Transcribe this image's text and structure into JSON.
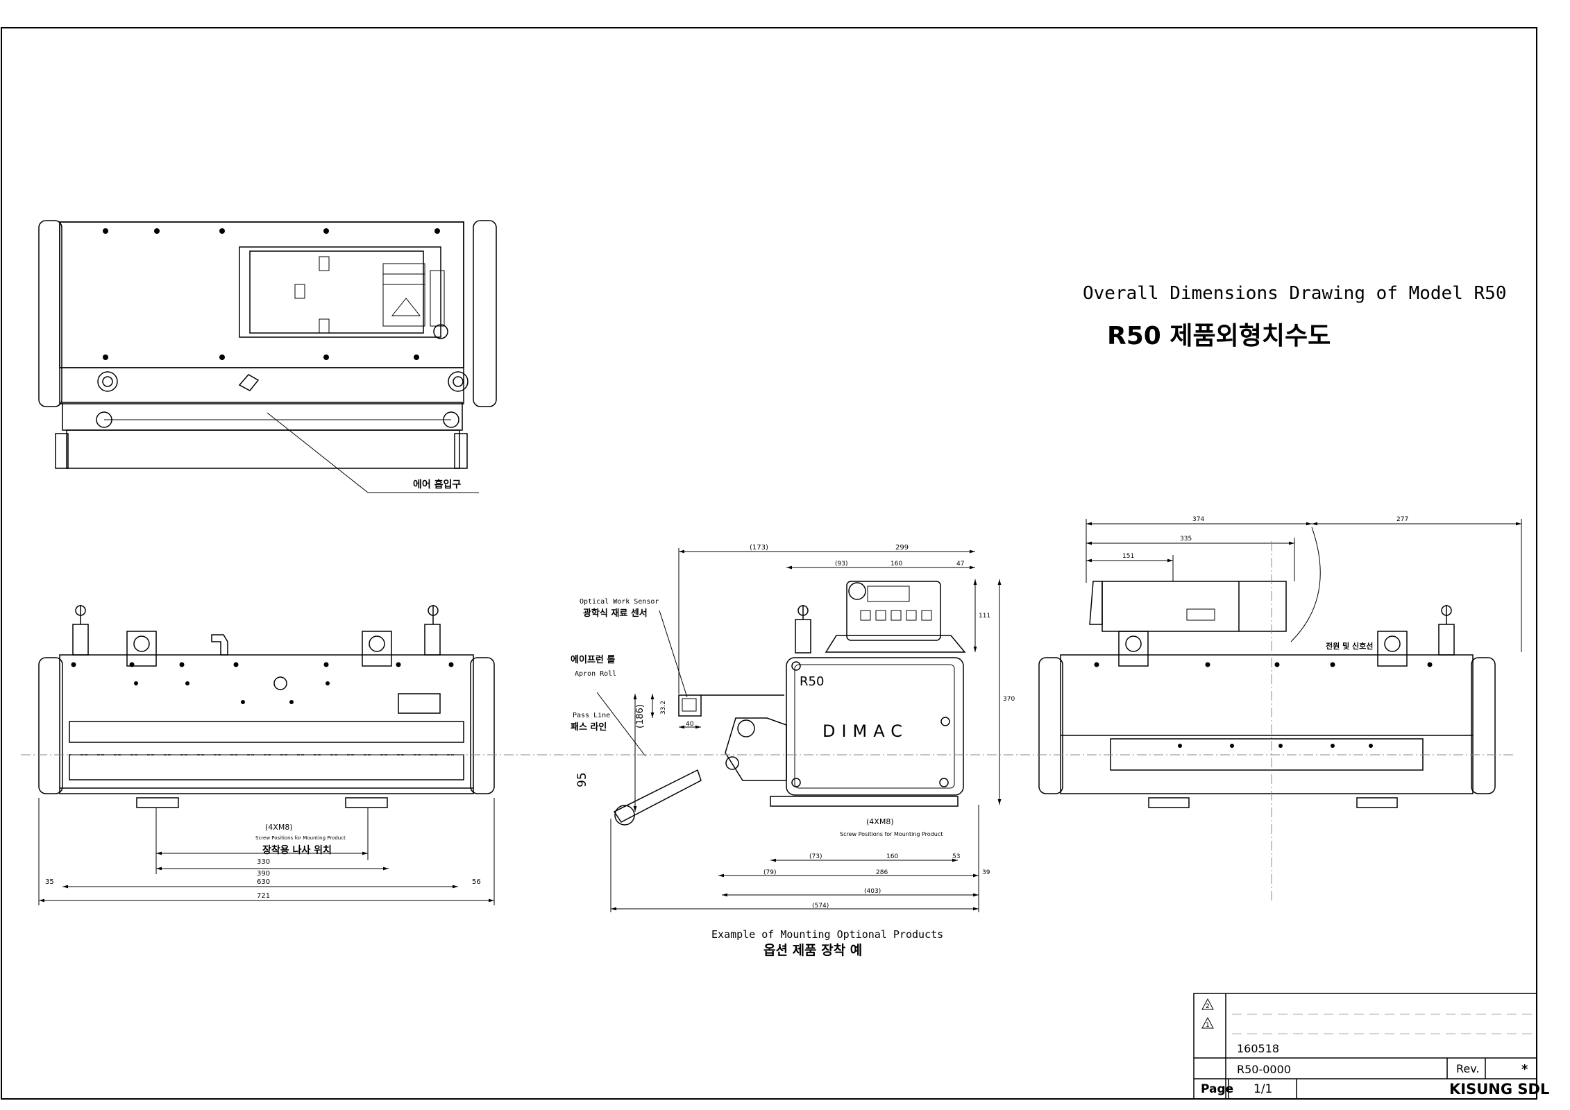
{
  "title": {
    "english": "Overall Dimensions Drawing of Model R50",
    "korean": "R50 제품외형치수도"
  },
  "top_view": {
    "air_inlet_label": "에어 흡입구"
  },
  "front_view": {
    "mount_count": "(4XM8)",
    "mount_en": "Screw Positions for Mounting Product",
    "mount_ko": "장착용 나사 위치",
    "dims": {
      "d330": "330",
      "d390": "390",
      "d630": "630",
      "d721": "721",
      "d35": "35",
      "d56": "56"
    }
  },
  "middle_view": {
    "optical_sensor_en": "Optical Work Sensor",
    "optical_sensor_ko": "광학식 재료 센서",
    "apron_roll_ko": "에이프런 롤",
    "apron_roll_en": "Apron Roll",
    "pass_line_en": "Pass Line",
    "pass_line_ko": "패스 라인",
    "model_label": "R50",
    "brand": "DIMAC",
    "mount_count": "(4XM8)",
    "mount_en": "Screw Positions for Mounting Product",
    "caption_en": "Example of Mounting Optional Products",
    "caption_ko": "옵션 제품 장착 예",
    "dims": {
      "d173": "(173)",
      "d299": "299",
      "d93": "(93)",
      "d160top": "160",
      "d47": "47",
      "d111": "111",
      "d370": "370",
      "d186": "(186)",
      "d33_2": "33.2",
      "d40": "40",
      "d95": "95",
      "d73": "(73)",
      "d160bot": "160",
      "d53": "53",
      "d79": "(79)",
      "d286": "286",
      "d39": "39",
      "d403": "(403)",
      "d574": "(574)"
    }
  },
  "side_view": {
    "power_signal_label": "전원 및 신호선",
    "dims": {
      "d374": "374",
      "d277": "277",
      "d335": "335",
      "d151": "151"
    }
  },
  "title_block": {
    "rev_mark_2": "2",
    "rev_mark_1": "1",
    "date": "160518",
    "drawing_no": "R50-0000",
    "rev_label": "Rev.",
    "rev_value": "*",
    "page_label": "Page",
    "page_value": "1/1",
    "company": "KISUNG SDL"
  }
}
